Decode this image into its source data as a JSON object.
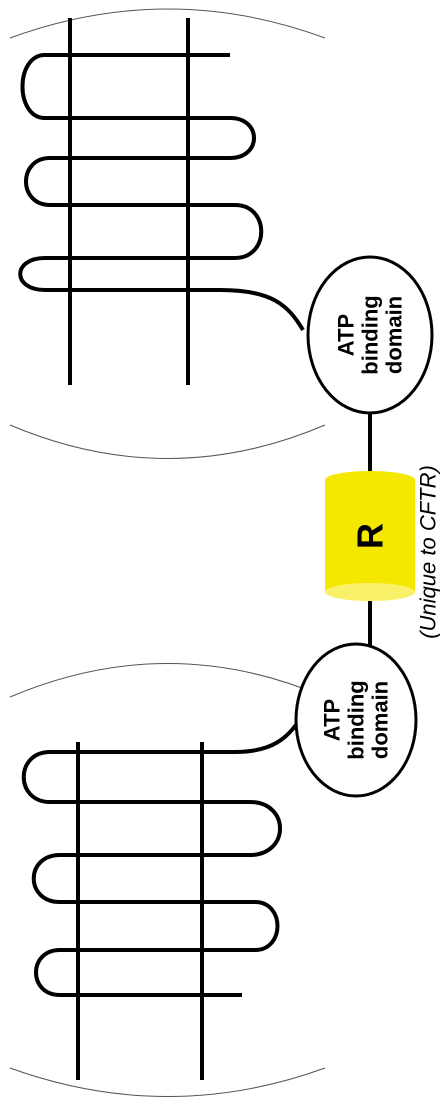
{
  "domains": [
    {
      "line1": "ATP",
      "line2": "binding",
      "line3": "domain"
    },
    {
      "line1": "ATP",
      "line2": "binding",
      "line3": "domain"
    }
  ],
  "r_domain": {
    "label": "R",
    "note": "(Unique to CFTR)",
    "color": "#f5e800"
  },
  "colors": {
    "stroke": "#000000",
    "membrane": "#555555"
  }
}
